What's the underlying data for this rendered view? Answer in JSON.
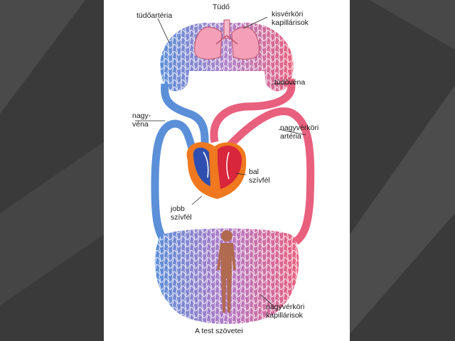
{
  "slide": {
    "background_color": "#3a3a3a",
    "stripe_color": "#555555"
  },
  "diagram": {
    "colors": {
      "artery_red": "#e8426a",
      "vein_blue": "#3f7fd0",
      "capillary_purple": "#9c6fc4",
      "heart_orange": "#f0781e",
      "lung_pink": "#f08aa8",
      "body_brown": "#b06a4f"
    },
    "labels": {
      "lung": "Tüdő",
      "pulmonary_capillaries_line1": "kisvérköri",
      "pulmonary_capillaries_line2": "kapillárisok",
      "pulmonary_artery": "tüdőartéria",
      "pulmonary_vein": "tüdővéna",
      "vena_cava_line1": "nagy-",
      "vena_cava_line2": "véna",
      "systemic_artery_line1": "nagyvérköri",
      "systemic_artery_line2": "artéria",
      "left_ventricle_line1": "bal",
      "left_ventricle_line2": "szívfél",
      "right_ventricle_line1": "jobb",
      "right_ventricle_line2": "szívfél",
      "systemic_capillaries_line1": "nagyvérköri",
      "systemic_capillaries_line2": "kapillárisok",
      "body_tissues": "A test szövetei"
    }
  }
}
